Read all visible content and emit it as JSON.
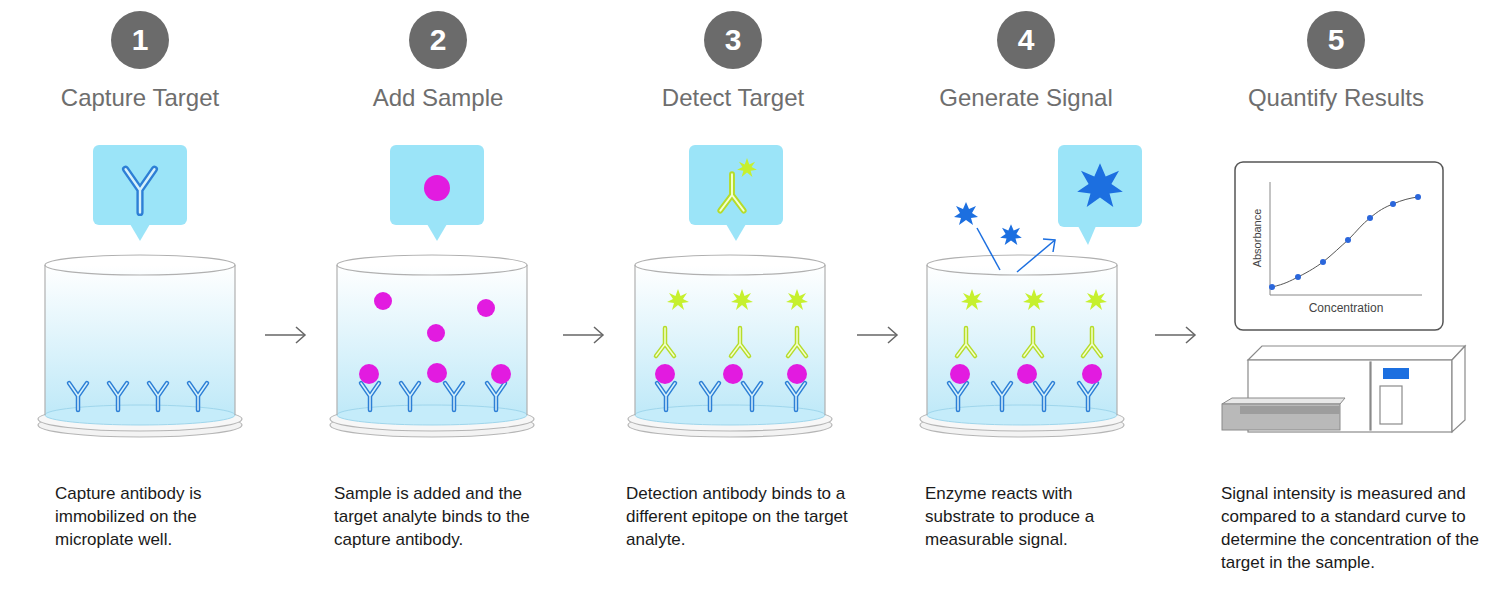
{
  "diagram": {
    "nodes": [
      {
        "text": [
          "1",
          "Capture Target",
          "Capture antibody is immobilized on the microplate well."
        ]
      },
      {
        "text": [
          "2",
          "Add Sample",
          "Sample is added and the target analyte binds to the capture antibody."
        ]
      },
      {
        "text": [
          "3",
          "Detect Target",
          "Detection antibody binds to a different epitope on the target analyte."
        ]
      },
      {
        "text": [
          "4",
          "Generate Signal",
          "Enzyme reacts with substrate to produce a measurable signal."
        ]
      },
      {
        "text": [
          "5",
          "Quantify Results",
          "Signal intensity is measured and compared to a standard curve to determine the concentration of the target in the sample."
        ]
      }
    ],
    "edges": [
      {
        "from": 0,
        "to": 1,
        "arrow": "to"
      },
      {
        "from": 1,
        "to": 2,
        "arrow": "to"
      },
      {
        "from": 2,
        "to": 3,
        "arrow": "to"
      },
      {
        "from": 3,
        "to": 4,
        "arrow": "to"
      }
    ],
    "labels": [
      "Absorbance",
      "Concentration"
    ]
  }
}
